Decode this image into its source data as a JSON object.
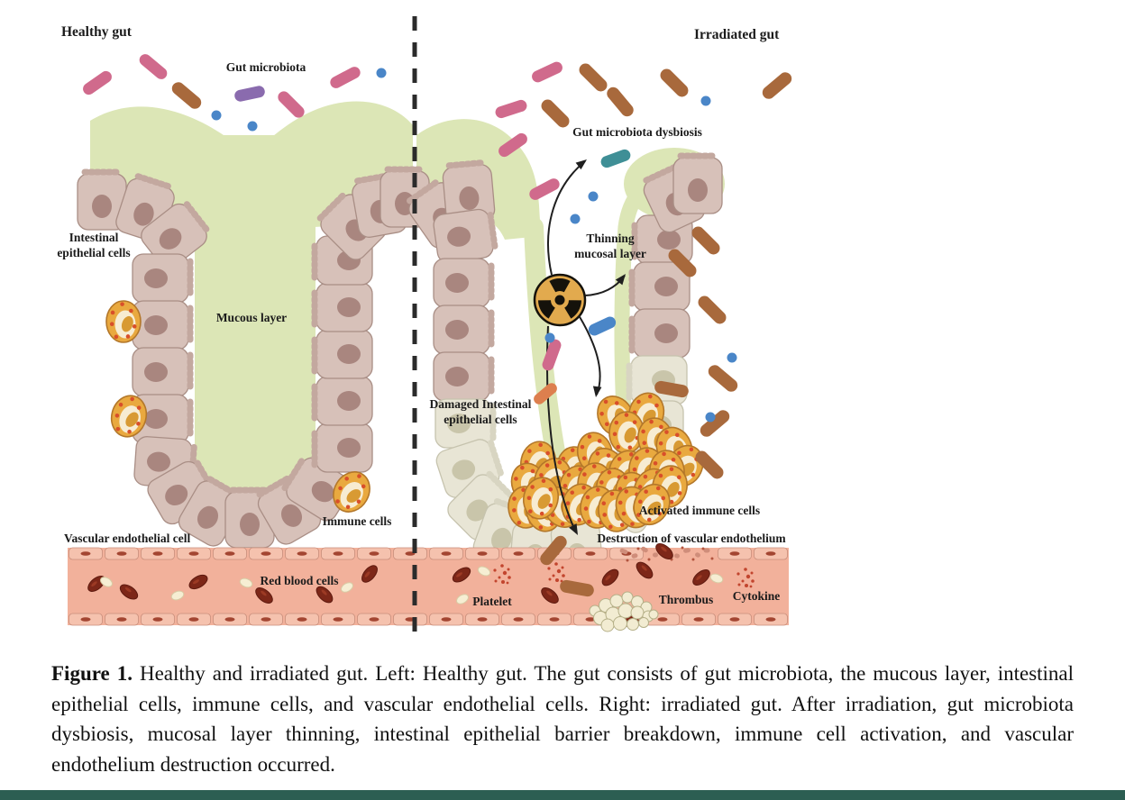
{
  "panel_left": {
    "title": "Healthy gut",
    "labels": {
      "gut_microbiota": "Gut microbiota",
      "intestinal_epithelial_line1": "Intestinal",
      "intestinal_epithelial_line2": "epithelial cells",
      "mucous_layer": "Mucous layer",
      "immune_cells": "Immune cells",
      "vascular_endothelial_cell": "Vascular endothelial cell",
      "red_blood_cells": "Red blood cells"
    }
  },
  "panel_right": {
    "title": "Irradiated gut",
    "labels": {
      "gut_microbiota_dysbiosis": "Gut microbiota dysbiosis",
      "thinning_line1": "Thinning",
      "thinning_line2": "mucosal layer",
      "damaged_line1": "Damaged Intestinal",
      "damaged_line2": "epithelial cells",
      "activated_immune_cells": "Activated immune cells",
      "destruction_vascular_endothelium": "Destruction of vascular endothelium",
      "platelet": "Platelet",
      "thrombus": "Thrombus",
      "cytokine": "Cytokine"
    }
  },
  "caption": {
    "label": "Figure 1.",
    "text": "Healthy and irradiated gut. Left: Healthy gut. The gut consists of gut microbiota, the mucous layer, intestinal epithelial cells, immune cells, and vascular endothelial cells. Right: irradiated gut. After irradiation, gut microbiota dysbiosis, mucosal layer thinning, intestinal epithelial barrier breakdown, immune cell activation, and vascular endothelium destruction occurred."
  },
  "icons": {
    "radiation_hazard": "radiation-trefoil"
  },
  "colors": {
    "mucous_green": "#dce6b6",
    "epithelial_fill": "#d7c1b9",
    "epithelial_stroke": "#a98e85",
    "epithelial_nucleus": "#a9867f",
    "epithelial_fringe": "#c3a89f",
    "damaged_fill": "#e8e5d5",
    "damaged_stroke": "#c6c3ae",
    "damaged_nucleus": "#c9c5aa",
    "damaged_fringe": "#d8d5c2",
    "immune_fill": "#e9a93f",
    "immune_stroke": "#b3772a",
    "immune_inner": "#f7ecd2",
    "immune_blob": "#d89a33",
    "immune_dot": "#d84f2a",
    "vessel_fill": "#f2b19b",
    "vessel_wall": "#f5c2ae",
    "vessel_wall_stroke": "#c98f7c",
    "vessel_wall_nucleus": "#a34531",
    "rbc": "#7d2718",
    "rbc_stroke": "#5e1a0f",
    "platelet": "#f6eed3",
    "platelet_stroke": "#d8cba4",
    "bacteria_pink": "#d06a8c",
    "bacteria_brown": "#a8693c",
    "bacteria_purple": "#8a6bae",
    "bacteria_blue": "#4a86c8",
    "bacteria_teal": "#3f8f96",
    "bacteria_orange": "#dd7f4e",
    "cytokine_red": "#c2452e",
    "thrombus_fill": "#f2ecd2",
    "thrombus_stroke": "#b5b088",
    "thrombus_core": "#7d2415",
    "radiation_bg": "#e2aa4e",
    "arrow": "#1f1f1f",
    "divider": "#2b2b2b",
    "footer_bar": "#2c5e52"
  }
}
